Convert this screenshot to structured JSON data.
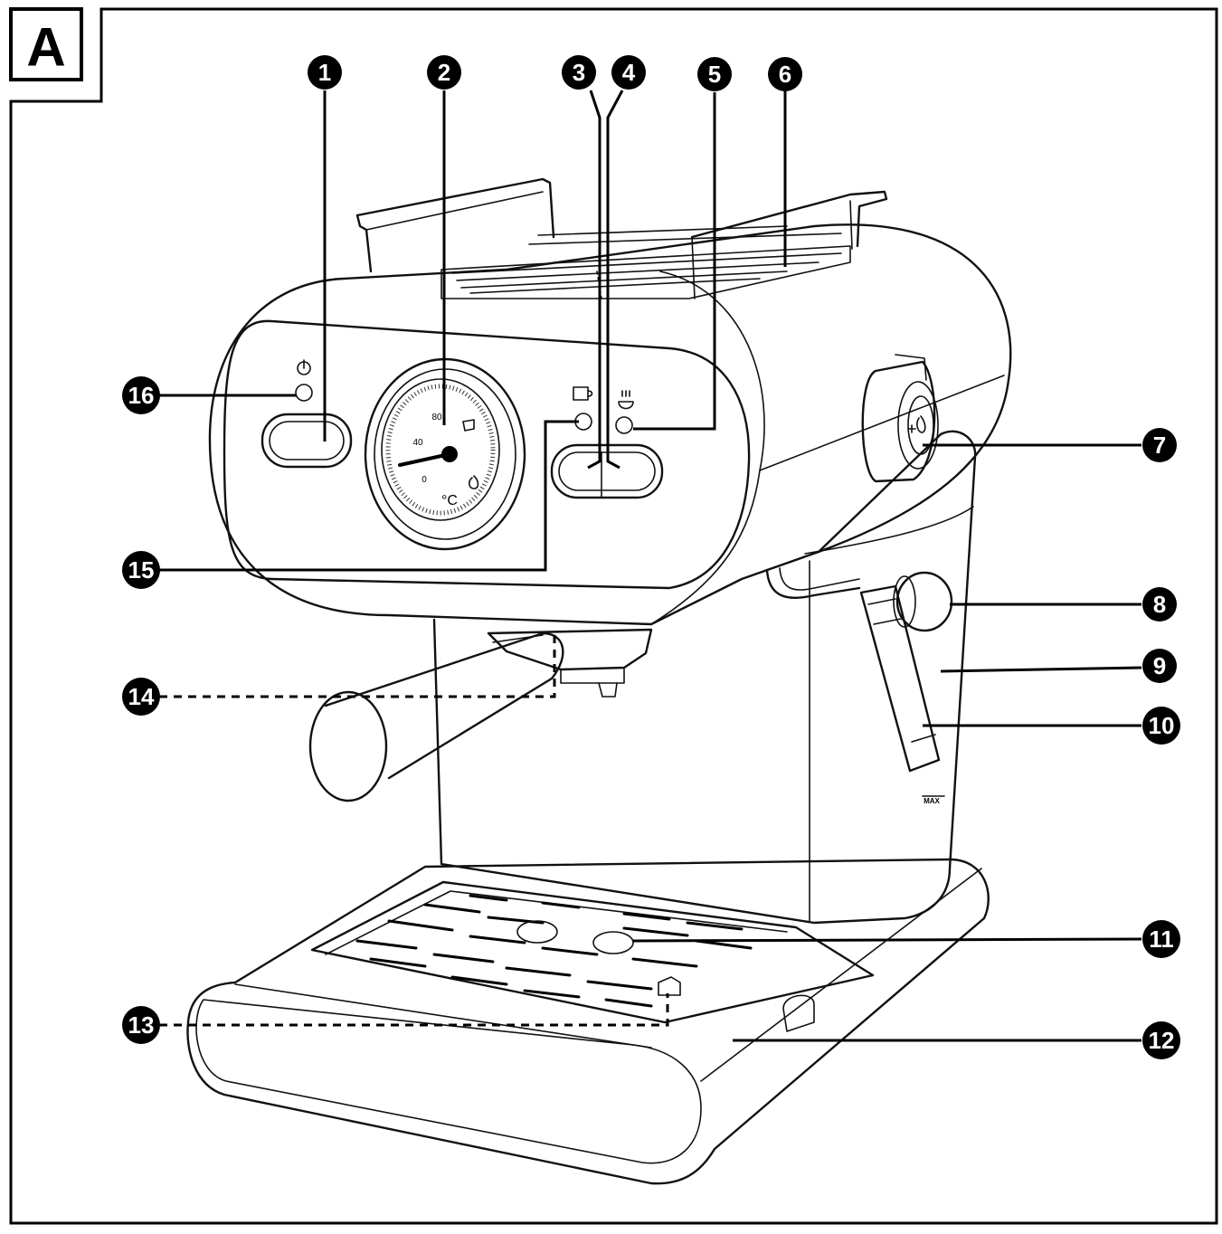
{
  "figure": {
    "panel_label": "A",
    "gauge": {
      "scale_labels": [
        "0",
        "40",
        "80"
      ],
      "unit": "°C"
    },
    "side_marking": "MAX",
    "callouts": [
      {
        "id": 1,
        "label": "1"
      },
      {
        "id": 2,
        "label": "2"
      },
      {
        "id": 3,
        "label": "3"
      },
      {
        "id": 4,
        "label": "4"
      },
      {
        "id": 5,
        "label": "5"
      },
      {
        "id": 6,
        "label": "6"
      },
      {
        "id": 7,
        "label": "7"
      },
      {
        "id": 8,
        "label": "8"
      },
      {
        "id": 9,
        "label": "9"
      },
      {
        "id": 10,
        "label": "10"
      },
      {
        "id": 11,
        "label": "11"
      },
      {
        "id": 12,
        "label": "12"
      },
      {
        "id": 13,
        "label": "13"
      },
      {
        "id": 14,
        "label": "14"
      },
      {
        "id": 15,
        "label": "15"
      },
      {
        "id": 16,
        "label": "16"
      }
    ],
    "icons": [
      "power-icon",
      "espresso-cup-icon",
      "steam-icon",
      "knob-steam-icon"
    ]
  }
}
